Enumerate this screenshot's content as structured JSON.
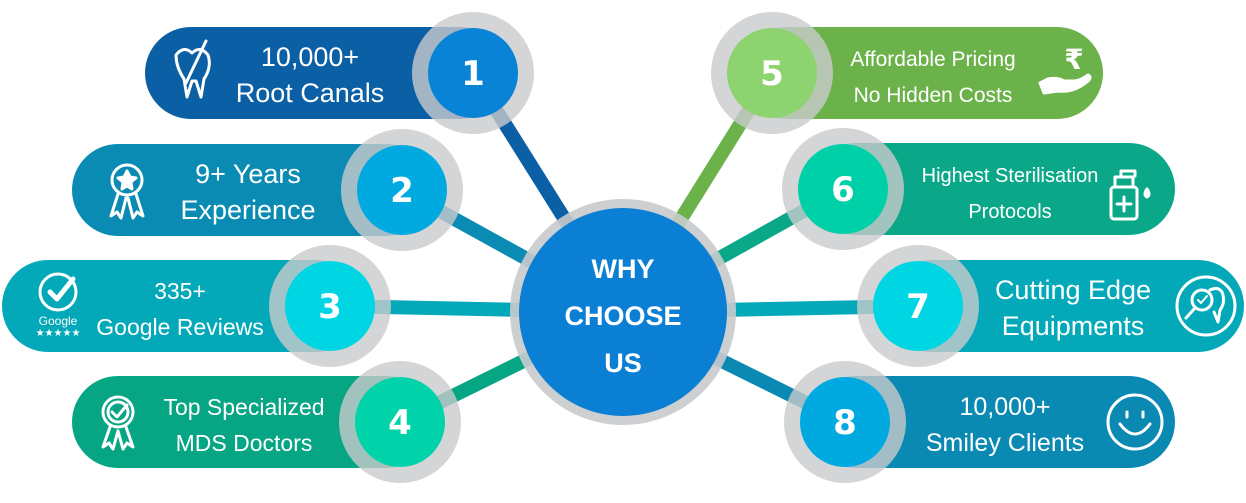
{
  "center": {
    "lines": [
      "WHY",
      "CHOOSE",
      "US"
    ],
    "color": "#0a7fd3"
  },
  "ring_color": "#c9cacc",
  "items": [
    {
      "number": "1",
      "lines": [
        "10,000+",
        "Root Canals"
      ],
      "icon": "tooth-root-canal-icon",
      "pill_color": "#0b5fa5",
      "circle_color": "#0983d5"
    },
    {
      "number": "2",
      "lines": [
        "9+ Years",
        "Experience"
      ],
      "icon": "award-ribbon-star-icon",
      "pill_color": "#0a8bb3",
      "circle_color": "#00aae0"
    },
    {
      "number": "3",
      "lines": [
        "335+",
        "Google Reviews"
      ],
      "icon": "google-check-rating-icon",
      "icon_text": "Google",
      "icon_stars": "★★★★★",
      "pill_color": "#03a9b8",
      "circle_color": "#00d5e3"
    },
    {
      "number": "4",
      "lines": [
        "Top Specialized",
        "MDS Doctors"
      ],
      "icon": "award-badge-check-icon",
      "pill_color": "#06a584",
      "circle_color": "#00d3a9"
    },
    {
      "number": "5",
      "lines": [
        "Affordable Pricing",
        "No Hidden Costs"
      ],
      "icon": "rupee-hand-icon",
      "icon_text": "₹",
      "pill_color": "#6bb24a",
      "circle_color": "#8dd36f"
    },
    {
      "number": "6",
      "lines": [
        "Highest Sterilisation",
        "Protocols"
      ],
      "icon": "sanitizer-bottle-icon",
      "pill_color": "#0aa888",
      "circle_color": "#00d0a8"
    },
    {
      "number": "7",
      "lines": [
        "Cutting Edge",
        "Equipments"
      ],
      "icon": "tooth-magnifier-icon",
      "pill_color": "#03a9b8",
      "circle_color": "#00d5e3"
    },
    {
      "number": "8",
      "lines": [
        "10,000+",
        "Smiley Clients"
      ],
      "icon": "smiley-face-icon",
      "pill_color": "#0a89b3",
      "circle_color": "#00aae0"
    }
  ]
}
